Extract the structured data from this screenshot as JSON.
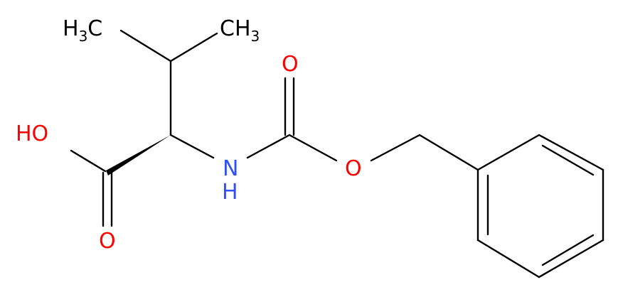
{
  "molecule": {
    "atoms": {
      "methyl_left": {
        "main": "H",
        "sub": "3",
        "tail": "C"
      },
      "methyl_right": {
        "main": "CH",
        "sub": "3"
      },
      "hydroxyl": "HO",
      "acid_oxygen": "O",
      "amine": "N",
      "amine_h": "H",
      "carbamate_oxygen": "O",
      "ester_oxygen": "O"
    }
  },
  "colors": {
    "carbon_bonds": "#000000",
    "oxygen": "#ff0000",
    "nitrogen": "#3050f8",
    "hydrogen_carbon_label": "#000000"
  }
}
